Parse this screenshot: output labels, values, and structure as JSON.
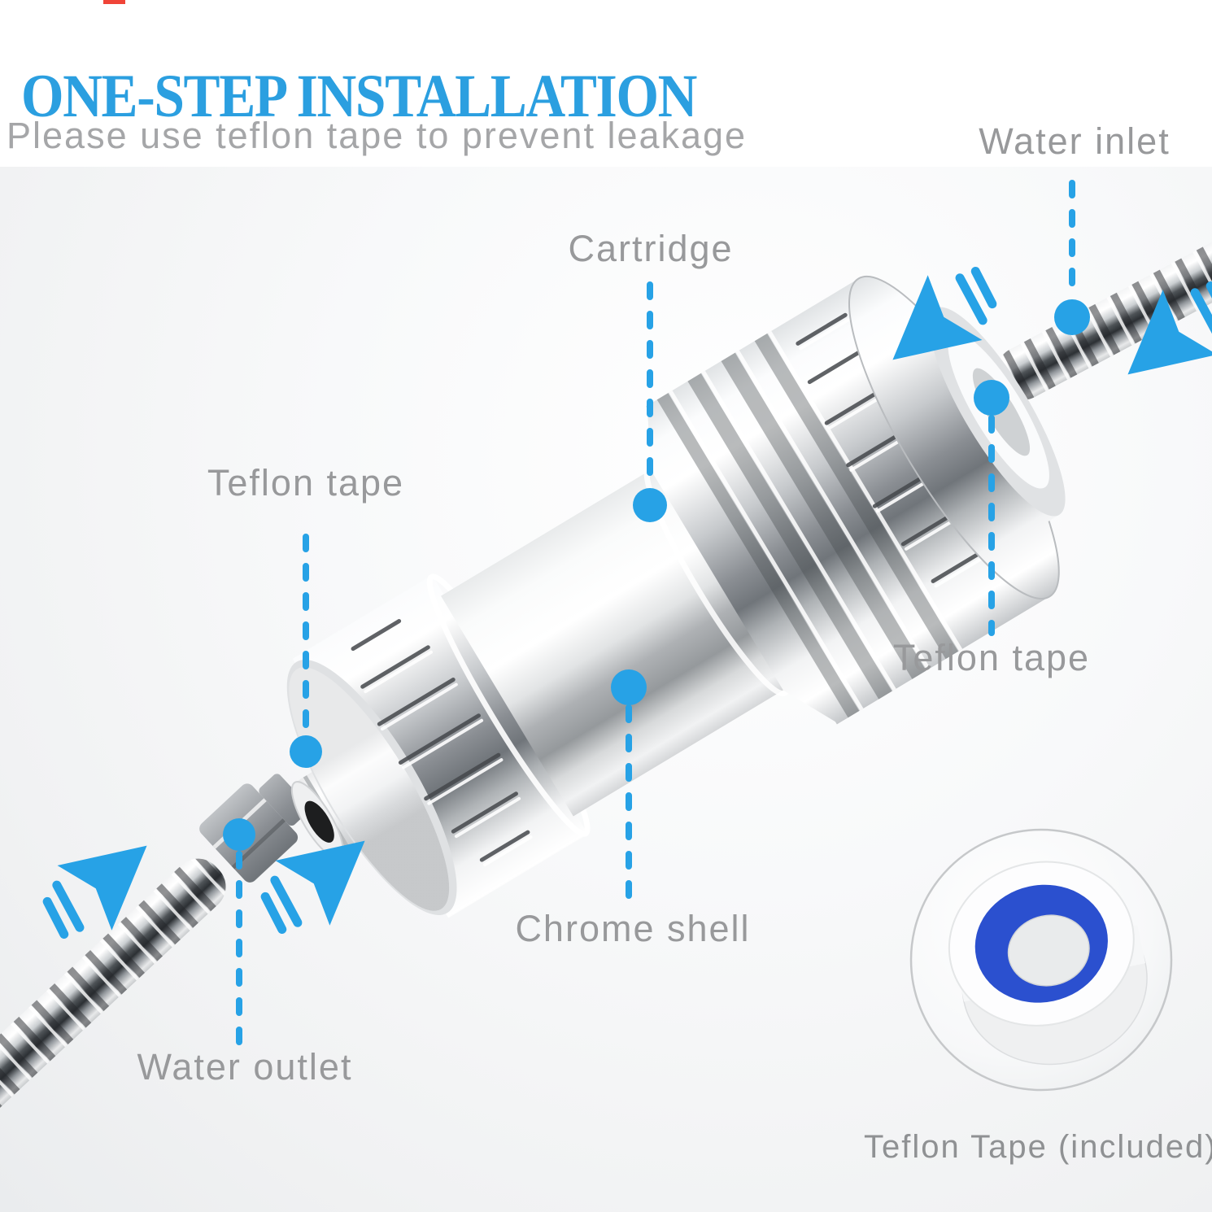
{
  "page": {
    "title": "ONE-STEP INSTALLATION",
    "subtitle": "Please use teflon tape to prevent leakage"
  },
  "callouts": {
    "water_inlet": "Water inlet",
    "cartridge": "Cartridge",
    "teflon_tape_left": "Teflon tape",
    "teflon_tape_right": "Teflon tape",
    "chrome_shell": "Chrome shell",
    "water_outlet": "Water outlet",
    "teflon_tape_included": "Teflon Tape (included)"
  },
  "colors": {
    "title_blue": "#2b9fe0",
    "label_gray": "#98999b",
    "accent_blue": "#27a2e6",
    "tape_roll_blue": "#2b50cf"
  },
  "icons": {
    "flow_arrow": "flow-direction-arrow",
    "leader_dot": "callout-point-dot",
    "leader_line": "dashed-leader-line"
  }
}
